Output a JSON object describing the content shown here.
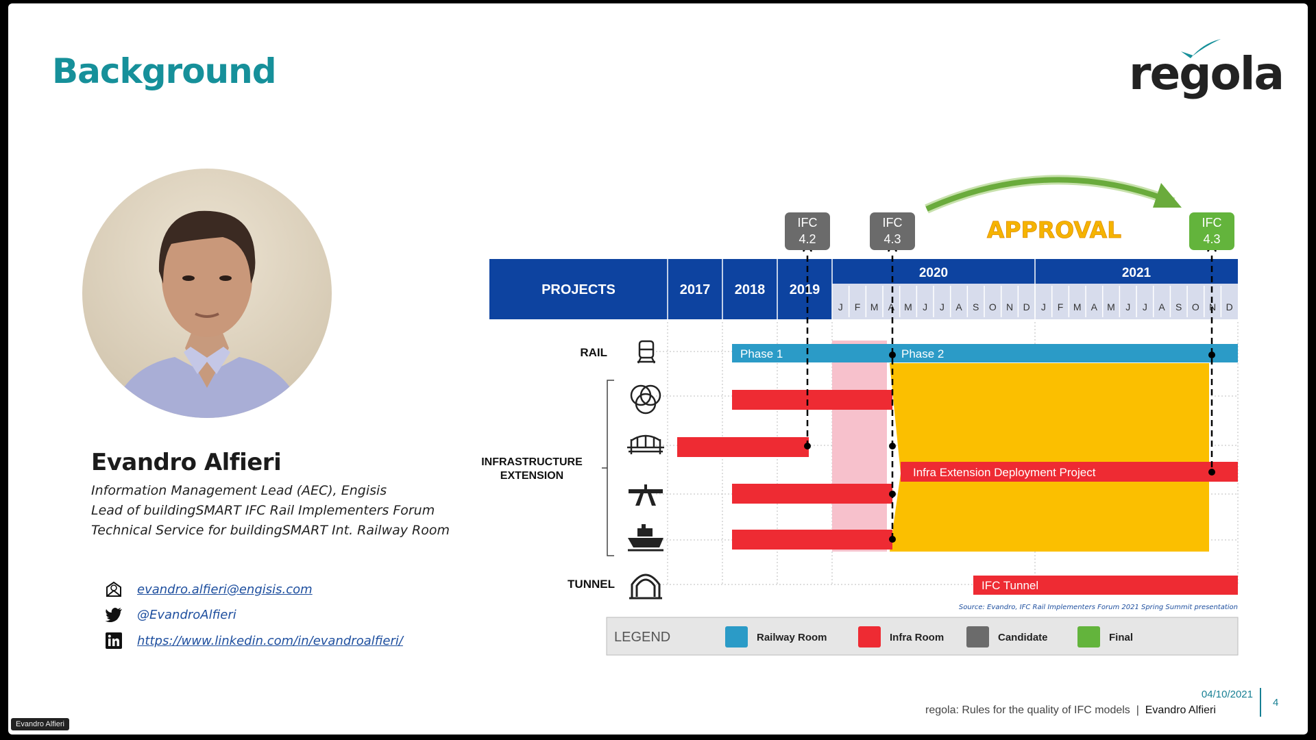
{
  "slide": {
    "title": "Background",
    "logo": "regola"
  },
  "person": {
    "name": "Evandro Alfieri",
    "roles": [
      "Information Management Lead (AEC), Engisis",
      "Lead of buildingSMART IFC Rail Implementers Forum",
      "Technical Service for buildingSMART Int. Railway Room"
    ]
  },
  "contacts": {
    "email": "evandro.alfieri@engisis.com",
    "twitter": "@EvandroAlfieri",
    "linkedin": "https://www.linkedin.com/in/evandroalfieri/"
  },
  "chart_data": {
    "type": "gantt",
    "header": {
      "projects": "PROJECTS",
      "years": [
        "2017",
        "2018",
        "2019",
        "2020",
        "2021"
      ],
      "months": [
        "J",
        "F",
        "M",
        "A",
        "M",
        "J",
        "J",
        "A",
        "S",
        "O",
        "N",
        "D",
        "J",
        "F",
        "M",
        "A",
        "M",
        "J",
        "J",
        "A",
        "S",
        "O",
        "N",
        "D"
      ]
    },
    "row_labels": {
      "rail": "RAIL",
      "infra": "INFRASTRUCTURE EXTENSION",
      "tunnel": "TUNNEL"
    },
    "milestones": [
      {
        "label": "IFC 4.2",
        "kind": "Candidate",
        "date": "2019-06"
      },
      {
        "label": "IFC 4.3",
        "kind": "Candidate",
        "date": "2020-03"
      },
      {
        "label": "IFC 4.3",
        "kind": "Final",
        "date": "2021-10"
      }
    ],
    "approval": "APPROVAL",
    "bars": [
      {
        "row": "rail",
        "label": "Phase 1",
        "start": "2018-01",
        "end": "2020-03",
        "team": "Railway Room"
      },
      {
        "row": "rail",
        "label": "Phase 2",
        "start": "2020-03",
        "end": "2021-12",
        "team": "Railway Room"
      },
      {
        "row": "infra-alignment",
        "label": "",
        "start": "2018-01",
        "end": "2020-03",
        "team": "Infra Room"
      },
      {
        "row": "infra-bridge",
        "label": "",
        "start": "2017-01",
        "end": "2019-06",
        "team": "Infra Room"
      },
      {
        "row": "infra-road",
        "label": "",
        "start": "2018-01",
        "end": "2020-03",
        "team": "Infra Room"
      },
      {
        "row": "infra-port",
        "label": "",
        "start": "2018-01",
        "end": "2020-03",
        "team": "Infra Room"
      },
      {
        "row": "infra",
        "label": "Infra Extension Deployment Project",
        "start": "2020-04",
        "end": "2021-12",
        "team": "Infra Room"
      },
      {
        "row": "tunnel",
        "label": "IFC Tunnel",
        "start": "2020-08",
        "end": "2021-12",
        "team": "Infra Room"
      }
    ],
    "source": "Source: Evandro, IFC Rail Implementers Forum 2021 Spring Summit presentation",
    "legend": {
      "title": "LEGEND",
      "items": [
        {
          "label": "Railway Room",
          "color": "#2b9bc7"
        },
        {
          "label": "Infra Room",
          "color": "#ee2b33"
        },
        {
          "label": "Candidate",
          "color": "#6b6b6b"
        },
        {
          "label": "Final",
          "color": "#63b43c"
        }
      ]
    }
  },
  "footer": {
    "date": "04/10/2021",
    "subtitle": "regola: Rules for the quality of IFC models",
    "separator": "|",
    "author": "Evandro Alfieri",
    "page": "4"
  },
  "overlay": {
    "speaker": "Evandro Alfieri"
  },
  "colors": {
    "accent": "#16909a",
    "header_blue": "#0d43a0",
    "railway": "#2b9bc7",
    "infra": "#ee2b33",
    "approval": "#fbbf00",
    "final": "#63b43c",
    "candidate": "#6b6b6b"
  }
}
